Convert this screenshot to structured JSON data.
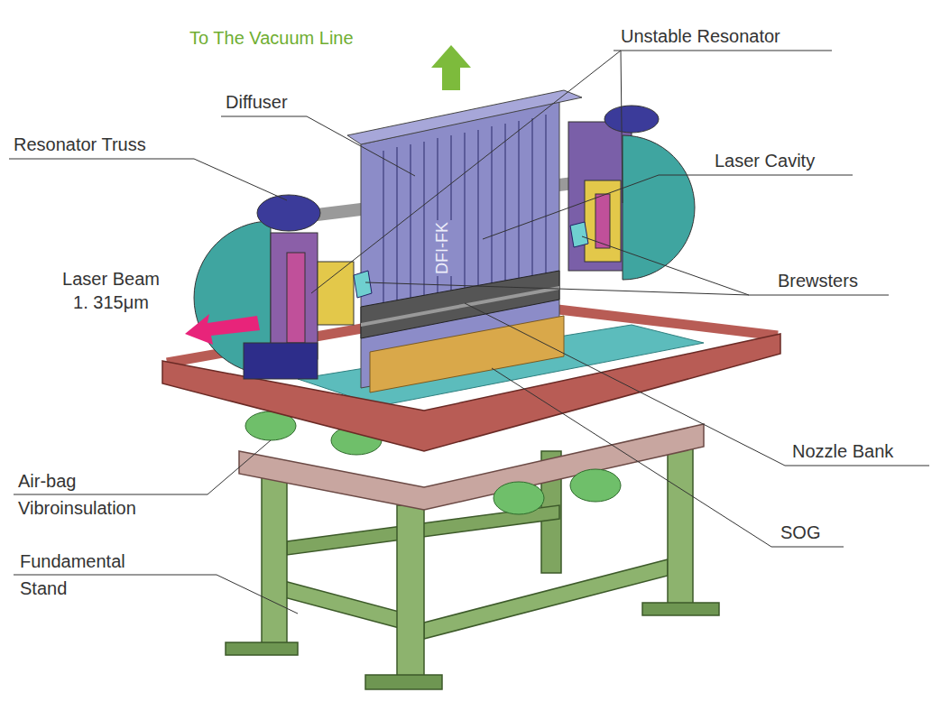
{
  "diagram": {
    "labels": [
      "To The Vacuum Line",
      "Unstable Resonator",
      "Diffuser",
      "Resonator Truss",
      "Laser Cavity",
      "DFI-FK",
      "Laser Beam 1. 315μm",
      "Brewsters",
      "Nozzle Bank",
      "Air-bag Vibroinsulation",
      "SOG",
      "Fundamental Stand"
    ]
  }
}
